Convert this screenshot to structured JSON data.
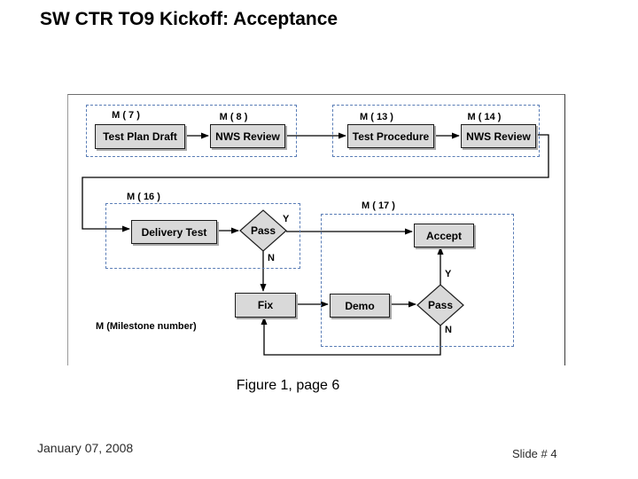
{
  "title": "SW CTR TO9 Kickoff: Acceptance",
  "caption": "Figure 1, page 6",
  "footer": {
    "date": "January 07, 2008",
    "slide_number": "Slide # 4"
  },
  "flowchart": {
    "legend": "M (Milestone number)",
    "milestones": {
      "m7": "M ( 7 )",
      "m8": "M ( 8 )",
      "m13": "M ( 13 )",
      "m14": "M ( 14 )",
      "m16": "M ( 16 )",
      "m17": "M ( 17 )"
    },
    "nodes": {
      "test_plan_draft": "Test Plan Draft",
      "nws_review_1": "NWS Review",
      "test_procedure": "Test Procedure",
      "nws_review_2": "NWS Review",
      "delivery_test": "Delivery Test",
      "pass_1": "Pass",
      "accept": "Accept",
      "fix": "Fix",
      "demo": "Demo",
      "pass_2": "Pass"
    },
    "branch_labels": {
      "yes": "Y",
      "no": "N"
    },
    "colors": {
      "box_fill": "#d9d9d9",
      "box_border": "#1c1c1c",
      "group_dash": "#5a7db6",
      "connector": "#000000"
    }
  }
}
